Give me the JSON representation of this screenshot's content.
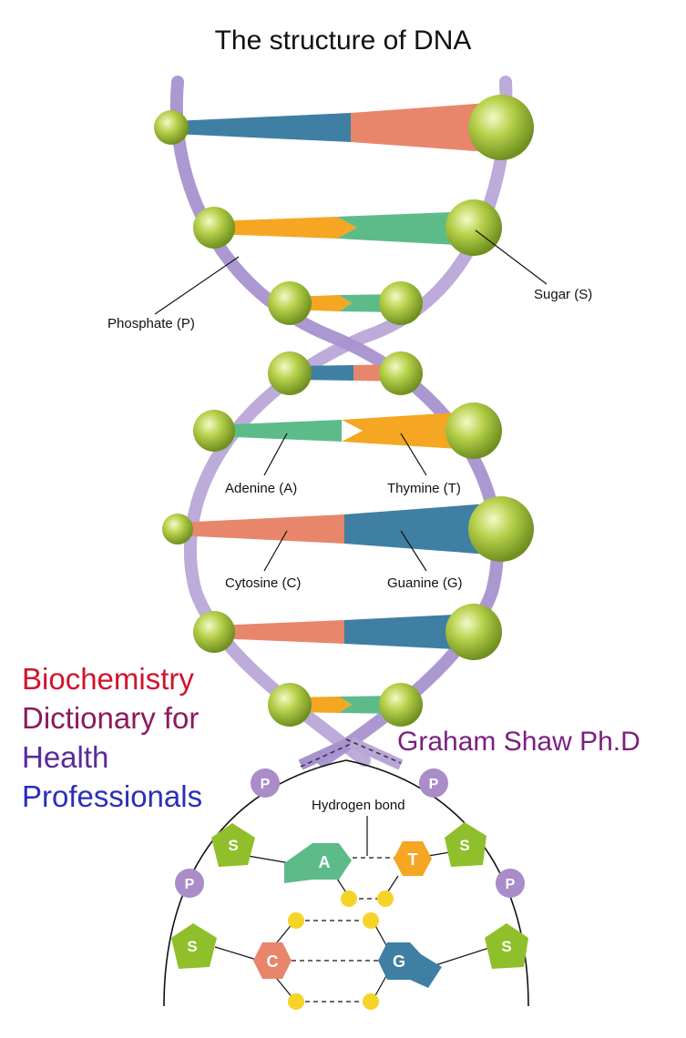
{
  "title": "The structure of DNA",
  "labels": {
    "phosphate": "Phosphate (P)",
    "sugar": "Sugar (S)",
    "adenine": "Adenine (A)",
    "thymine": "Thymine (T)",
    "cytosine": "Cytosine (C)",
    "guanine": "Guanine (G)",
    "hydrogen_bond": "Hydrogen bond"
  },
  "book": {
    "lines": [
      "Biochemistry",
      "Dictionary for",
      "Health",
      "Professionals"
    ],
    "line_colors": [
      "#d0142c",
      "#8b1a5e",
      "#5a2a9a",
      "#2a2fb8"
    ]
  },
  "author": "Graham Shaw Ph.D",
  "detail_letters": {
    "phosphate": "P",
    "sugar": "S",
    "adenine": "A",
    "thymine": "T",
    "cytosine": "C",
    "guanine": "G"
  },
  "colors": {
    "backbone": "#b9a6d8",
    "ball": "#a3c43a",
    "adenine": "#5dbb8a",
    "thymine": "#f5a623",
    "cytosine": "#e8866b",
    "guanine": "#3f7fa3",
    "phosphate_node": "#a98cc8",
    "sugar_node": "#8fbf2a",
    "hydrogen_dot": "#f6d327"
  }
}
